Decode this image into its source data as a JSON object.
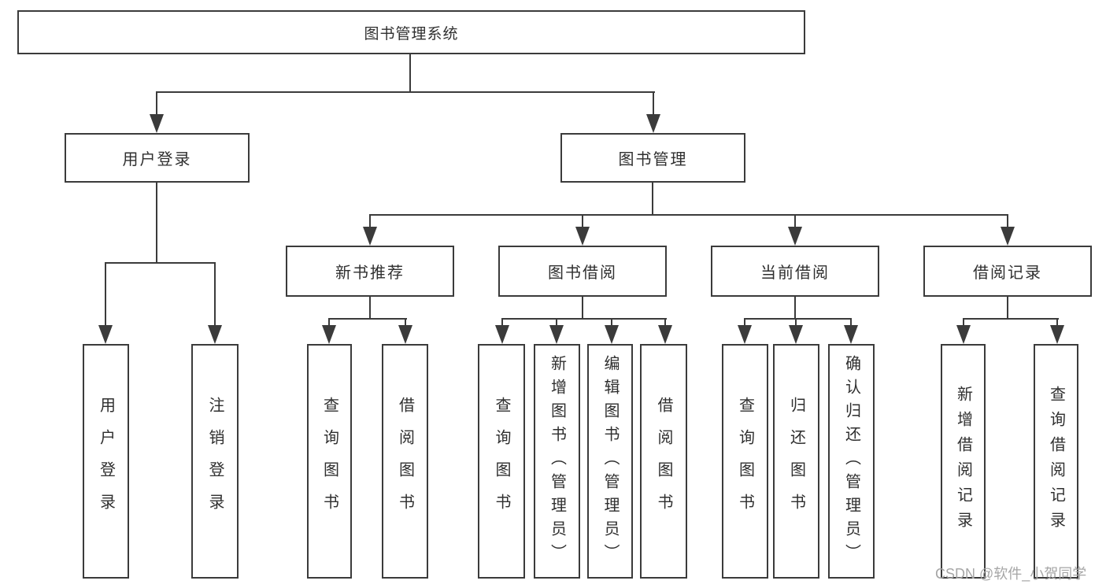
{
  "tree": {
    "root": "图书管理系统",
    "level1": [
      "用户登录",
      "图书管理"
    ],
    "level2": [
      "新书推荐",
      "图书借阅",
      "当前借阅",
      "借阅记录"
    ],
    "level3": {
      "user_login": [
        "用户登录",
        "注销登录"
      ],
      "new_book": [
        "查询图书",
        "借阅图书"
      ],
      "book_borrow": [
        "查询图书",
        "新增图书（管理员）",
        "编辑图书（管理员）",
        "借阅图书"
      ],
      "current_borrow": [
        "查询图书",
        "归还图书",
        "确认归还（管理员）"
      ],
      "borrow_record": [
        "新增借阅记录",
        "查询借阅记录"
      ]
    }
  },
  "watermark": "CSDN @软件_小贺同学",
  "colors": {
    "line": "#3b3b3b",
    "box_border": "#3b3b3b",
    "box_background": "#ffffff",
    "text": "#2f2f2f",
    "watermark": "#a6a6a6",
    "page_background": "#ffffff"
  }
}
